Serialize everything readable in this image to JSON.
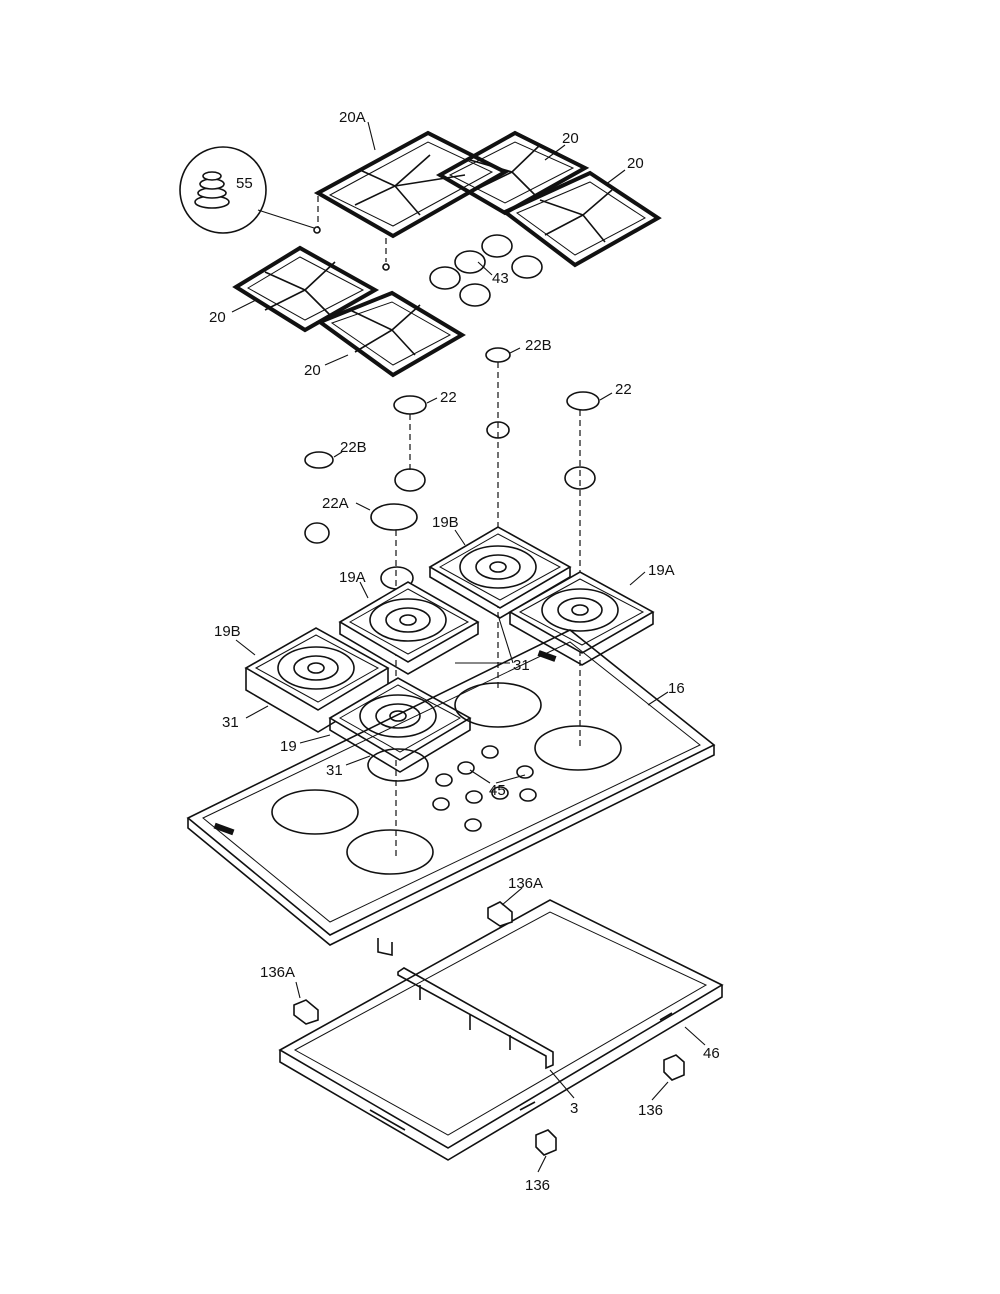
{
  "callouts": {
    "c55": "55",
    "c20a": "20A",
    "c20_tr1": "20",
    "c20_tr2": "20",
    "c20_l1": "20",
    "c20_l2": "20",
    "c43": "43",
    "c22b_top": "22B",
    "c22_left": "22",
    "c22_right": "22",
    "c22b_left": "22B",
    "c22a": "22A",
    "c19b_top": "19B",
    "c19a_left": "19A",
    "c19a_right": "19A",
    "c19b_left": "19B",
    "c31_center": "31",
    "c16": "16",
    "c31_left": "31",
    "c19": "19",
    "c31_bottom": "31",
    "c45": "45",
    "c136a_top": "136A",
    "c136a_left": "136A",
    "c46": "46",
    "c3": "3",
    "c136_right": "136",
    "c136_bottom": "136"
  }
}
